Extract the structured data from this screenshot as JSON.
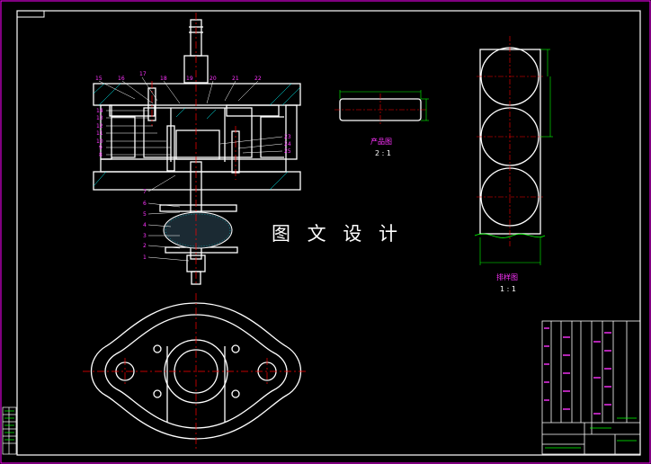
{
  "watermark": "图 文 设 计",
  "views": {
    "product": {
      "caption": "产品图",
      "scale": "2 : 1"
    },
    "layout": {
      "caption": "排样图",
      "scale": "1 : 1"
    }
  },
  "part_numbers": {
    "top": [
      "15",
      "16",
      "17",
      "18",
      "19",
      "20",
      "21",
      "22"
    ],
    "left": [
      "14",
      "13",
      "12",
      "11",
      "10",
      "9",
      "8",
      "7",
      "6",
      "5",
      "4",
      "3",
      "2",
      "1"
    ],
    "right": [
      "23",
      "24",
      "25"
    ]
  },
  "colors": {
    "background": "#000000",
    "geometry": "#ffffff",
    "centerline": "#ff0000",
    "dimension": "#00ff00",
    "border": "#ff00ff",
    "hatch": "#00ffff"
  }
}
